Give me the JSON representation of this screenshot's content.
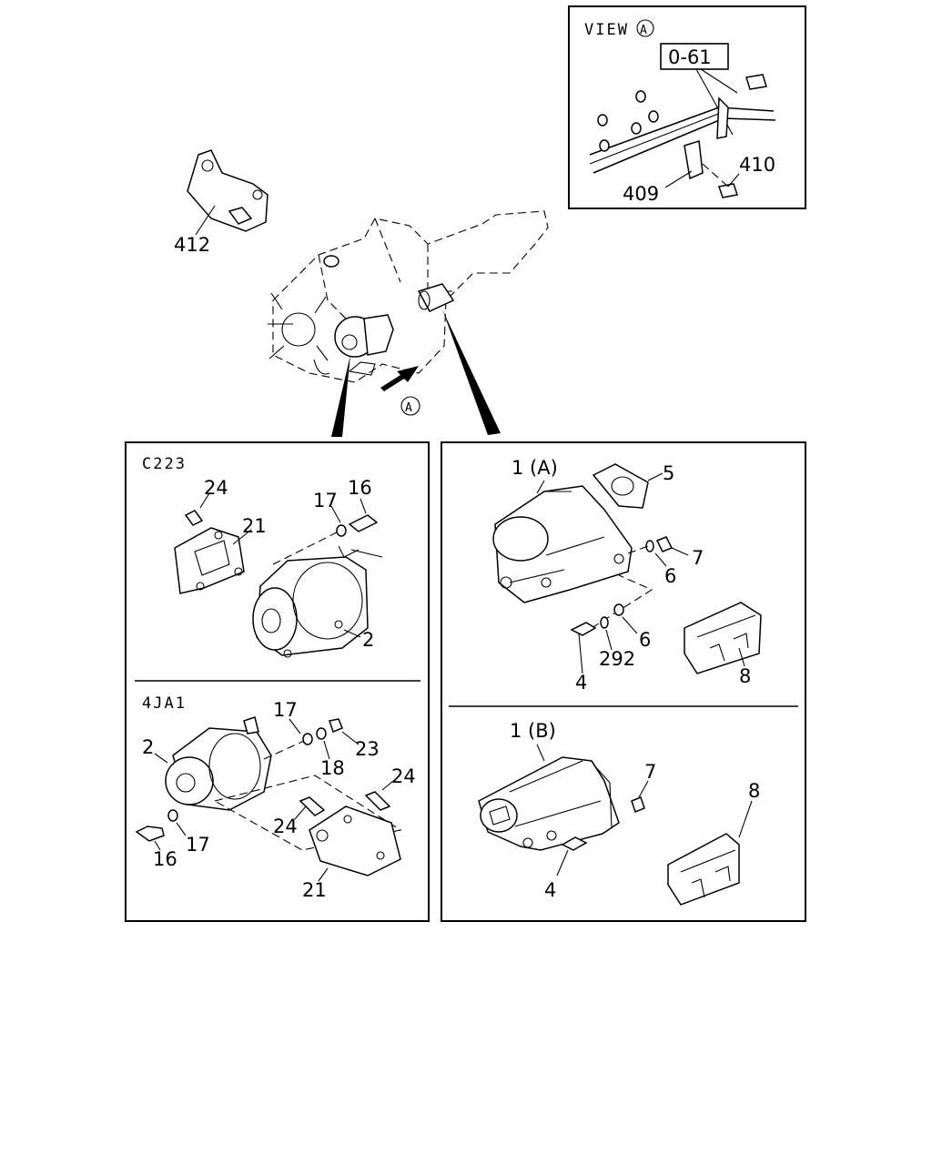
{
  "view_inset": {
    "title": "VIEW",
    "view_marker": "A",
    "ref_box": "0-61",
    "callouts": [
      "409",
      "410"
    ]
  },
  "overview": {
    "callouts": [
      "412"
    ],
    "arrow_marker": "A"
  },
  "panel_c223": {
    "header": "C223",
    "callouts": [
      "24",
      "21",
      "17",
      "16",
      "2"
    ]
  },
  "panel_4ja1": {
    "header": "4JA1",
    "callouts": [
      "17",
      "2",
      "18",
      "23",
      "24",
      "24",
      "21",
      "16",
      "17"
    ]
  },
  "panel_starter_a": {
    "callouts": [
      "1 (A)",
      "5",
      "7",
      "6",
      "6",
      "292",
      "4",
      "8"
    ]
  },
  "panel_starter_b": {
    "callouts": [
      "1 (B)",
      "7",
      "8",
      "4"
    ]
  }
}
